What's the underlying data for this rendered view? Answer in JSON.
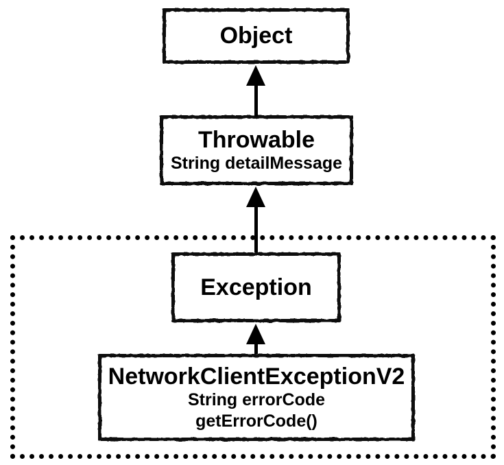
{
  "diagram": {
    "title": "class-inheritance-hierarchy",
    "colors": {
      "stroke": "#000000",
      "background": "#ffffff"
    },
    "classes": [
      {
        "name": "Object",
        "members": []
      },
      {
        "name": "Throwable",
        "members": [
          "String detailMessage"
        ]
      },
      {
        "name": "Exception",
        "members": []
      },
      {
        "name": "NetworkClientExceptionV2",
        "members": [
          "String errorCode",
          "getErrorCode()"
        ]
      }
    ],
    "relations": [
      {
        "from": "Throwable",
        "to": "Object",
        "type": "extends"
      },
      {
        "from": "Exception",
        "to": "Throwable",
        "type": "extends"
      },
      {
        "from": "NetworkClientExceptionV2",
        "to": "Exception",
        "type": "extends"
      }
    ],
    "group": {
      "contains": [
        "Exception",
        "NetworkClientExceptionV2"
      ],
      "border": "dotted"
    }
  }
}
